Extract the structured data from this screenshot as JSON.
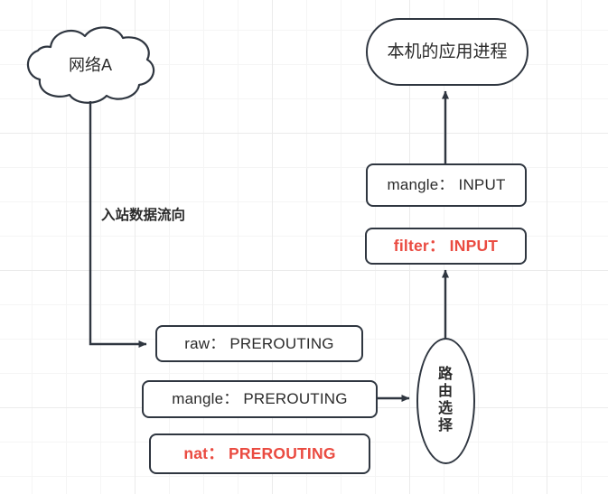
{
  "diagram": {
    "title": "iptables inbound packet flow",
    "colors": {
      "stroke": "#2f3640",
      "accent_red": "#ea4b41",
      "text": "#2b2b2b",
      "grid_minor": "#f5f5f5",
      "grid_major": "#ebebeb",
      "background": "#ffffff"
    },
    "nodes": {
      "network_cloud": {
        "label": "网络A",
        "shape": "cloud"
      },
      "local_process": {
        "label": "本机的应用进程",
        "shape": "stadium"
      },
      "mangle_input": {
        "label": "mangle： INPUT",
        "shape": "rounded-rect"
      },
      "filter_input": {
        "label": "filter： INPUT",
        "shape": "rounded-rect",
        "accent": true
      },
      "raw_prerouting": {
        "label": "raw： PREROUTING",
        "shape": "rounded-rect"
      },
      "mangle_prerouting": {
        "label": "mangle： PREROUTING",
        "shape": "rounded-rect"
      },
      "nat_prerouting": {
        "label": "nat： PREROUTING",
        "shape": "rounded-rect",
        "accent": true
      },
      "routing_decision": {
        "label": "路由选择",
        "chars": [
          "路",
          "由",
          "选",
          "择"
        ],
        "shape": "ellipse"
      }
    },
    "edges": {
      "inbound_flow_label": "入站数据流向"
    }
  }
}
